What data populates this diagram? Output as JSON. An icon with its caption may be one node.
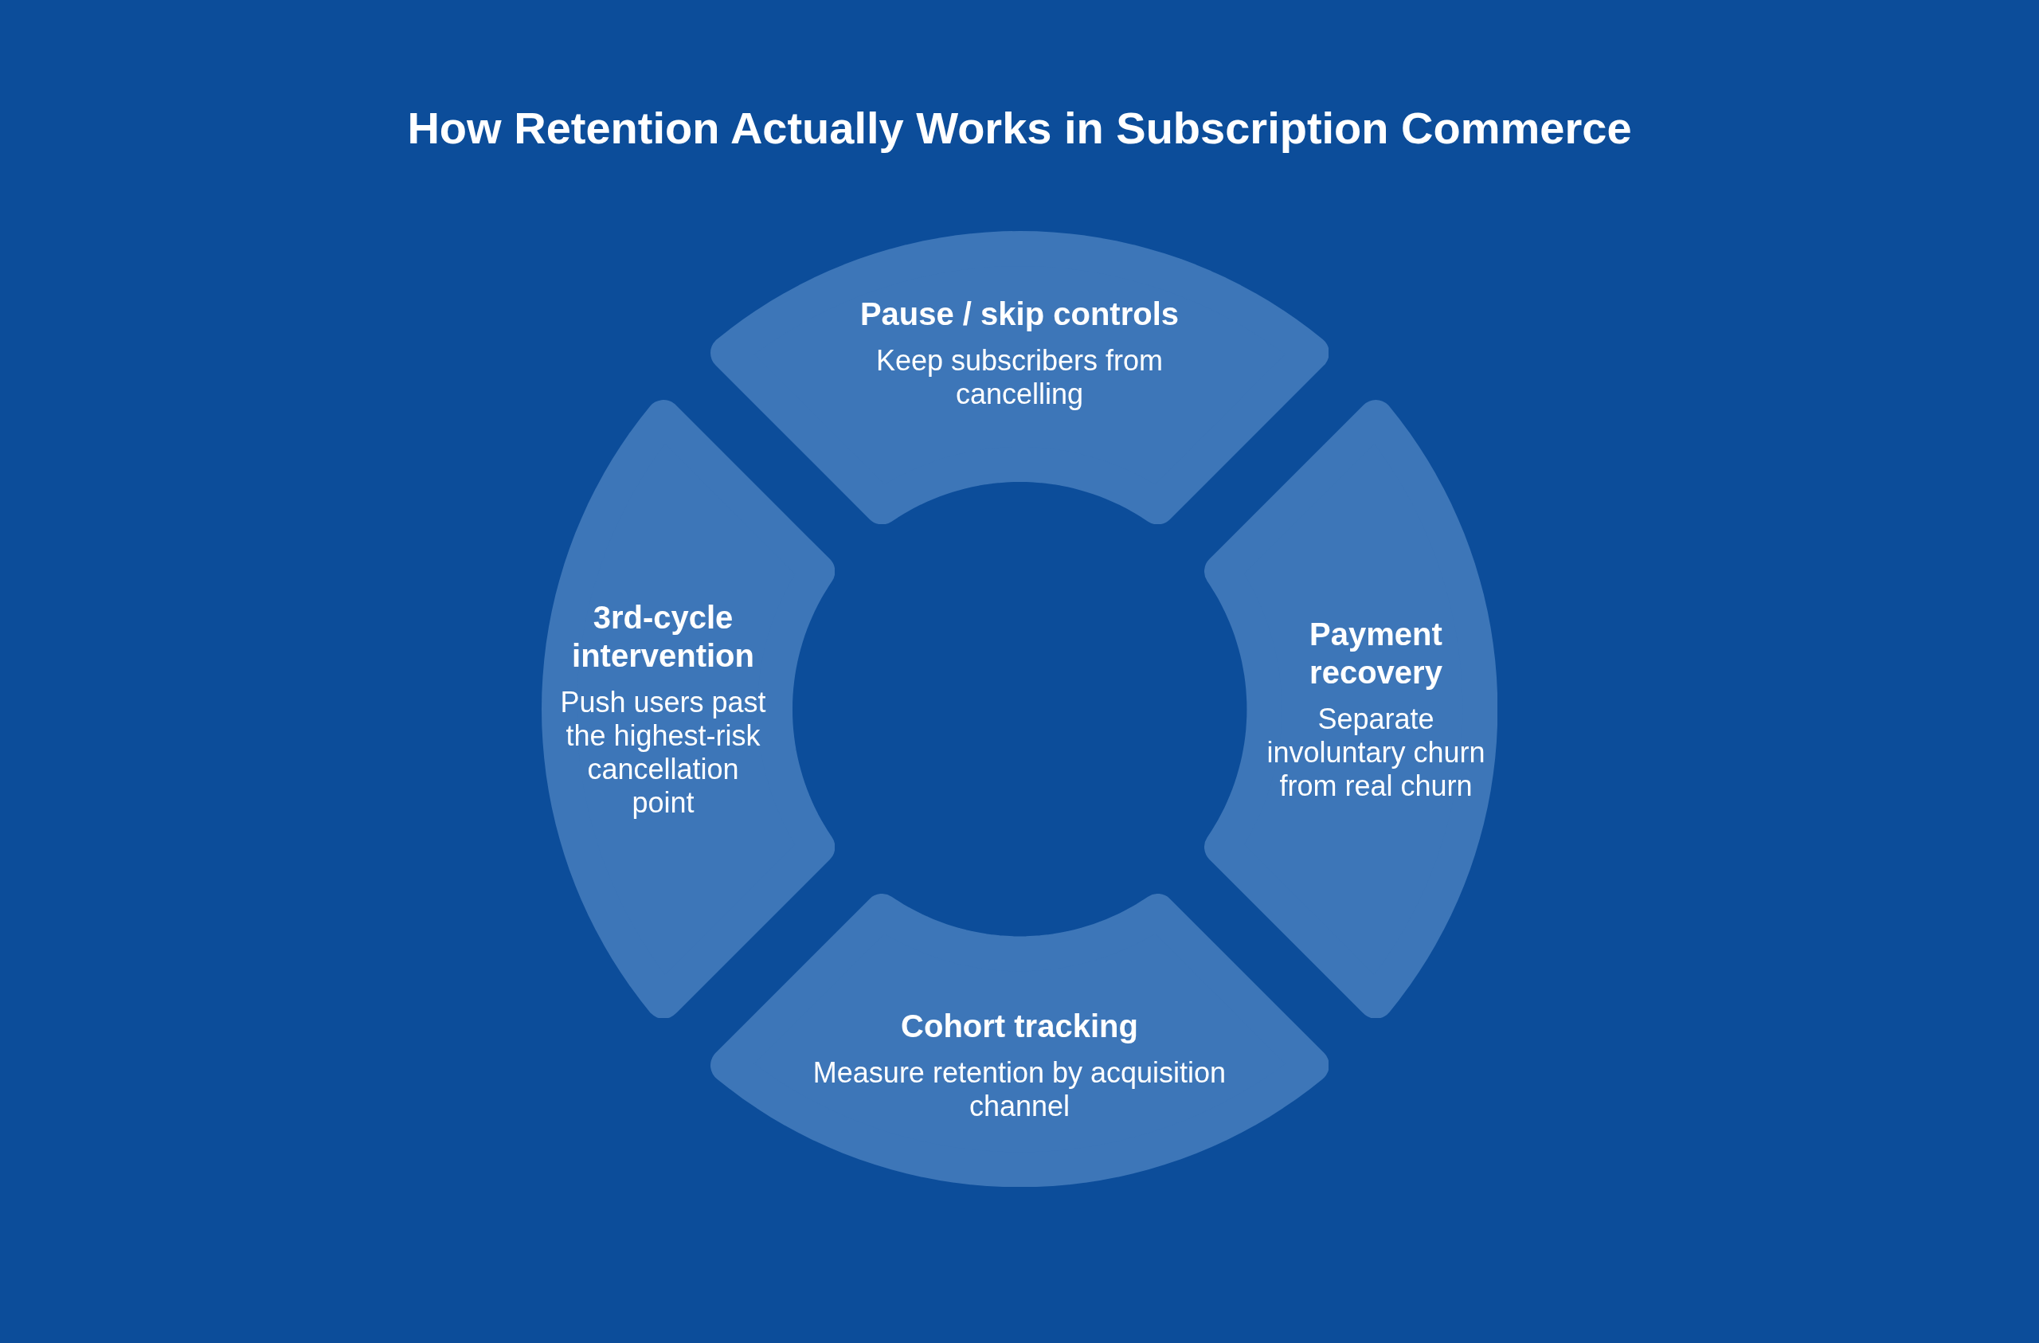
{
  "diagram": {
    "title": "How Retention Actually Works in Subscription Commerce",
    "nodes": [
      {
        "text": [
          "Pause / skip controls",
          "Keep subscribers from cancelling"
        ]
      },
      {
        "text": [
          "Payment recovery",
          "Separate involuntary churn from real churn"
        ]
      },
      {
        "text": [
          "Cohort tracking",
          "Measure retention by acquisition channel"
        ]
      },
      {
        "text": [
          "3rd-cycle intervention",
          "Push users past the highest-risk cancellation point"
        ]
      }
    ]
  }
}
